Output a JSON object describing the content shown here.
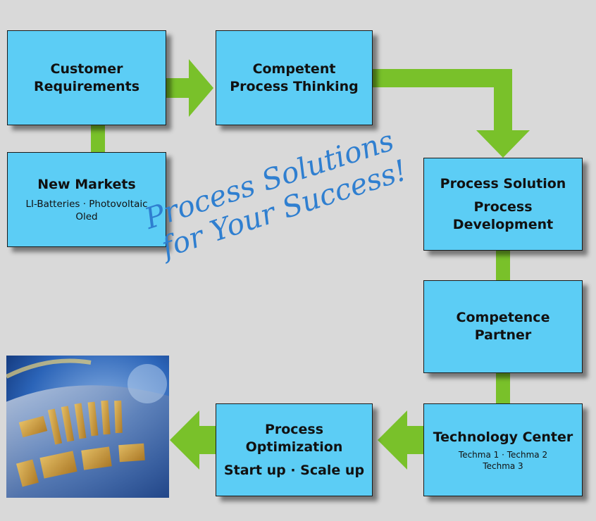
{
  "boxes": {
    "customer": {
      "line1": "Customer",
      "line2": "Requirements"
    },
    "competent": {
      "line1": "Competent",
      "line2": "Process Thinking"
    },
    "markets": {
      "title": "New Markets",
      "line1": "LI-Batteries · Photovoltaic",
      "line2": "Oled"
    },
    "solution": {
      "title": "Process Solution",
      "line1": "Process",
      "line2": "Development"
    },
    "partner": {
      "line1": "Competence",
      "line2": "Partner"
    },
    "techcenter": {
      "title": "Technology Center",
      "line1": "Techma 1 · Techma 2",
      "line2": "Techma 3"
    },
    "optimization": {
      "line1": "Process",
      "line2": "Optimization",
      "line3": "Start up · Scale up"
    }
  },
  "slogan": {
    "line1": "Process Solutions",
    "line2": "for Your Success!"
  },
  "colors": {
    "box_fill": "#5ccdf5",
    "arrow_green": "#79c12a",
    "background": "#d9d9d9",
    "slogan_blue": "#2f7fd0"
  }
}
